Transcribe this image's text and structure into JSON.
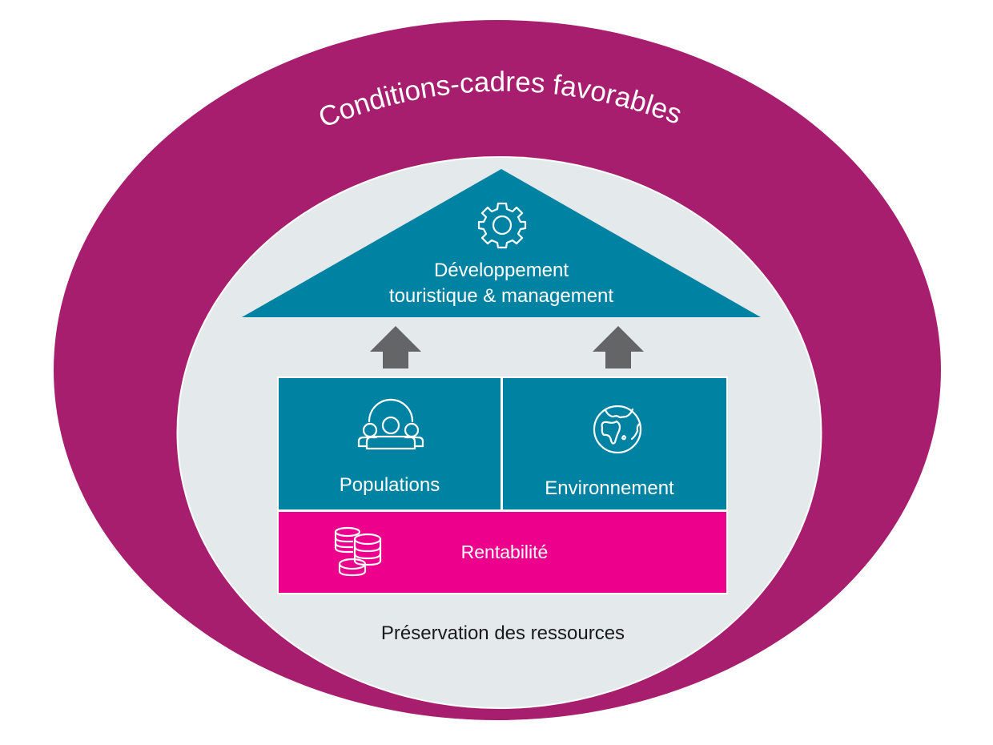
{
  "diagram": {
    "outer": {
      "label": "Conditions-cadres favorables",
      "color": "#a81e6e"
    },
    "inner": {
      "label": "Préservation des ressources",
      "color": "#e4e9eb"
    },
    "roof": {
      "label_line1": "Développement",
      "label_line2": "touristique & management",
      "icon": "gear-icon",
      "color": "#0083a3"
    },
    "arrows": {
      "color": "#646567",
      "count": 2,
      "direction": "up"
    },
    "pillars": [
      {
        "label": "Populations",
        "icon": "people-icon",
        "color": "#0083a3"
      },
      {
        "label": "Environnement",
        "icon": "globe-icon",
        "color": "#0083a3"
      }
    ],
    "foundation": {
      "label": "Rentabilité",
      "icon": "coins-icon",
      "color": "#ec008c"
    }
  }
}
